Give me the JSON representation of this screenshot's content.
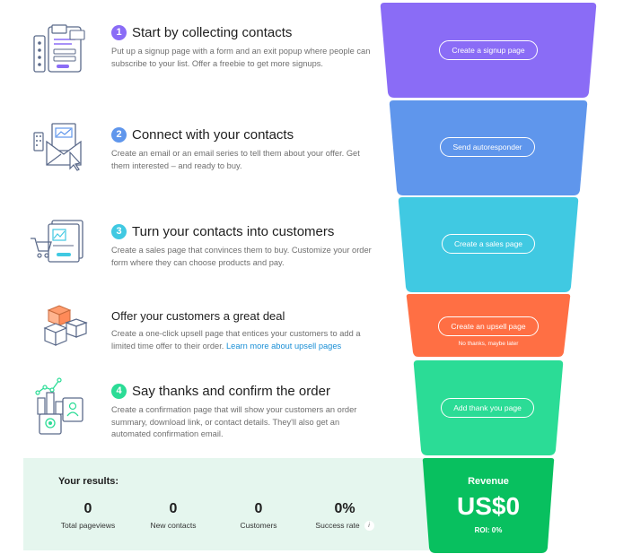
{
  "colors": {
    "step1": "#8a6cf6",
    "step2": "#5f96ec",
    "step3": "#40c9e2",
    "upsell": "#ff6f44",
    "step4": "#2bdc96",
    "revenue": "#08c05f",
    "results_bg": "#e5f6ee",
    "link": "#1a8fd6"
  },
  "steps": [
    {
      "number": "1",
      "title": "Start by collecting contacts",
      "description": "Put up a signup page with a form and an exit popup where people can subscribe to your list. Offer a freebie to get more signups.",
      "illustration": "signup-form-icon",
      "button": "Create a signup page"
    },
    {
      "number": "2",
      "title": "Connect with your contacts",
      "description": "Create an email or an email series to tell them about your offer. Get them interested – and ready to buy.",
      "illustration": "email-envelope-icon",
      "button": "Send autoresponder"
    },
    {
      "number": "3",
      "title": "Turn your contacts into customers",
      "description": "Create a sales page that convinces them to buy. Customize your order form where they can choose products and pay.",
      "illustration": "shopping-cart-icon",
      "button": "Create a sales page"
    },
    {
      "title": "Offer your customers a great deal",
      "description": "Create a one-click upsell page that entices your customers to add a limited time offer to their order.",
      "link": "Learn more about upsell pages",
      "illustration": "product-boxes-icon",
      "button": "Create an upsell page",
      "secondary": "No thanks, maybe later"
    },
    {
      "number": "4",
      "title": "Say thanks and confirm the order",
      "description": "Create a confirmation page that will show your customers an order summary, download link, or contact details. They'll also get an automated confirmation email.",
      "illustration": "confirmation-certificate-icon",
      "button": "Add thank you page"
    }
  ],
  "results": {
    "title": "Your results:",
    "metrics": [
      {
        "value": "0",
        "label": "Total pageviews"
      },
      {
        "value": "0",
        "label": "New contacts"
      },
      {
        "value": "0",
        "label": "Customers"
      },
      {
        "value": "0%",
        "label": "Success rate",
        "icon": "info-icon"
      }
    ]
  },
  "revenue": {
    "label": "Revenue",
    "value": "US$0",
    "roi": "ROI: 0%"
  }
}
